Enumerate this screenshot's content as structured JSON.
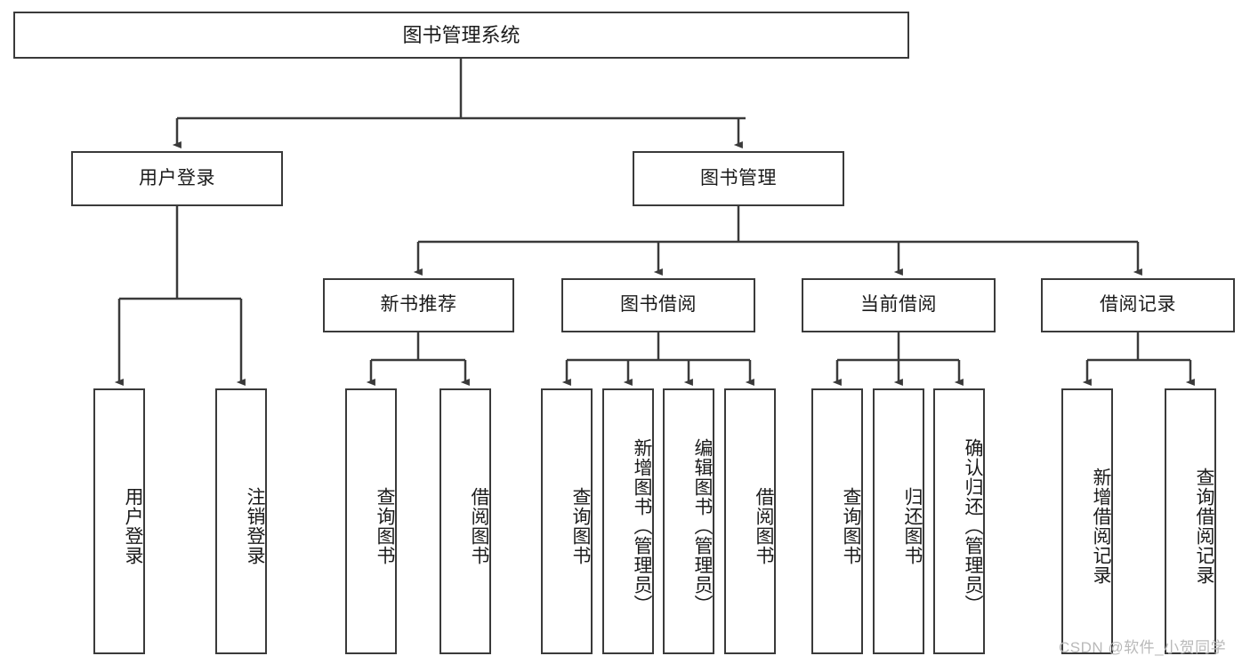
{
  "diagram": {
    "title": "图书管理系统",
    "type": "tree-hierarchy",
    "root": {
      "label": "图书管理系统"
    },
    "level2": [
      {
        "label": "用户登录"
      },
      {
        "label": "图书管理"
      }
    ],
    "level3": [
      {
        "label": "新书推荐"
      },
      {
        "label": "图书借阅"
      },
      {
        "label": "当前借阅"
      },
      {
        "label": "借阅记录"
      }
    ],
    "leaves": {
      "user_login": [
        {
          "label": "用户登录"
        },
        {
          "label": "注销登录"
        }
      ],
      "new_book_recommend": [
        {
          "label": "查询图书"
        },
        {
          "label": "借阅图书"
        }
      ],
      "book_borrow": [
        {
          "label": "查询图书"
        },
        {
          "label": "新增图书（管理员）"
        },
        {
          "label": "编辑图书（管理员）"
        },
        {
          "label": "借阅图书"
        }
      ],
      "current_borrow": [
        {
          "label": "查询图书"
        },
        {
          "label": "归还图书"
        },
        {
          "label": "确认归还（管理员）"
        }
      ],
      "borrow_record": [
        {
          "label": "新增借阅记录"
        },
        {
          "label": "查询借阅记录"
        }
      ]
    },
    "colors": {
      "stroke": "#3a3a3a",
      "fill": "#ffffff",
      "text": "#1b1b1b",
      "watermark": "#b9b9b9"
    }
  },
  "watermark": {
    "text": "CSDN @软件_小贺同学"
  }
}
